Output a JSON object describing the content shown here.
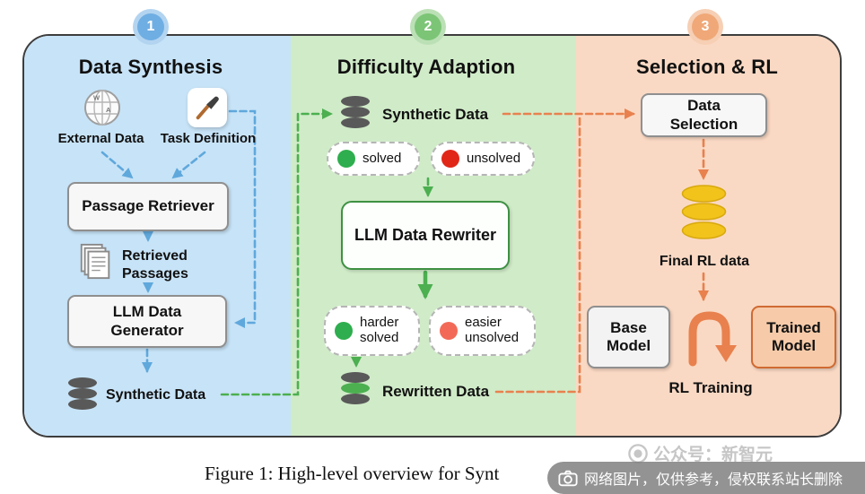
{
  "panels": {
    "synthesis": {
      "step": "1",
      "title": "Data Synthesis",
      "external_data": "External Data",
      "task_definition": "Task Definition",
      "passage_retriever": "Passage Retriever",
      "retrieved_passages": "Retrieved Passages",
      "llm_data_generator": "LLM Data Generator",
      "synthetic_data": "Synthetic Data"
    },
    "adaption": {
      "step": "2",
      "title": "Difficulty Adaption",
      "synthetic_data": "Synthetic Data",
      "solved": "solved",
      "unsolved": "unsolved",
      "rewriter": "LLM Data Rewriter",
      "harder_solved": "harder solved",
      "easier_unsolved": "easier unsolved",
      "rewritten_data": "Rewritten Data"
    },
    "selection": {
      "step": "3",
      "title": "Selection & RL",
      "data_selection": "Data Selection",
      "final_rl_data": "Final RL data",
      "base_model": "Base Model",
      "trained_model": "Trained Model",
      "rl_training": "RL Training"
    }
  },
  "caption": "Figure 1: High-level overview for Synt",
  "watermarks": {
    "banner": "网络图片，仅供参考，侵权联系站长删除",
    "brand": "公众号：新智元"
  },
  "icons": {
    "external_data": "wikipedia-globe-icon",
    "task_definition": "paintbrush-icon",
    "retrieved_passages": "stacked-documents-icon",
    "synthetic_data": "database-icon",
    "rewritten_data": "database-icon-green-stripe",
    "final_rl_data": "database-icon-yellow",
    "rl_training": "u-turn-arrow-icon",
    "watermark": "camera-icon",
    "brand": "camera-lens-icon"
  },
  "colors": {
    "panel_blue": "#C7E3F7",
    "panel_green": "#D0EBC8",
    "panel_orange": "#FAD9C4",
    "arrow_blue": "#5FA8DC",
    "arrow_green": "#4CAF50",
    "arrow_orange": "#E8814E",
    "solved_green": "#2EAE4E",
    "unsolved_red": "#E02718",
    "easier_pink": "#F26A57",
    "db_gray": "#595959",
    "db_yellow": "#F2C31B"
  }
}
